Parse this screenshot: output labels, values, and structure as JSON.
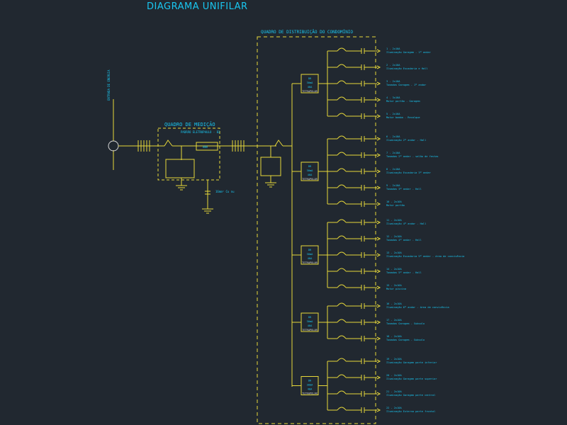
{
  "title": "DIAGRAMA UNIFILAR",
  "meter_box": {
    "title": "QUADRO DE MEDIÇÃO",
    "label": "PADRÃO ELETROPAULO - B3",
    "meter": "kWh",
    "ground_label": "16mm² Cu nu"
  },
  "distribution_box": {
    "title": "QUADRO DE DISTRIBUIÇÃO DO CONDOMÍNIO"
  },
  "supply_label": "ENTRADA DE ENERGIA",
  "groups": [
    {
      "breaker": [
        "DR",
        "30mA",
        "40A",
        "TETRAPOLAR"
      ],
      "circuits": [
        {
          "code": "1 - 2x10A",
          "desc": "Iluminação Garagem - 1º andar"
        },
        {
          "code": "2 - 2x10A",
          "desc": "Iluminação Escadaria e Hall"
        },
        {
          "code": "3 - 2x10A",
          "desc": "Tomadas Garagem - 1º andar"
        },
        {
          "code": "4 - 3x16A",
          "desc": "Motor portão - Garagem"
        },
        {
          "code": "5 - 2x16A",
          "desc": "Motor bomba - Recalque"
        }
      ]
    },
    {
      "breaker": [
        "DR",
        "30mA",
        "40A",
        "TETRAPOLAR"
      ],
      "circuits": [
        {
          "code": "6 - 2x10A",
          "desc": "Iluminação 2º andar - Hall"
        },
        {
          "code": "7 - 2x10A",
          "desc": "Tomadas 2º andar - salão de festas"
        },
        {
          "code": "8 - 2x10A",
          "desc": "Iluminação Escadaria 3º andar"
        },
        {
          "code": "9 - 2x10A",
          "desc": "Tomadas 3º andar - Hall"
        },
        {
          "code": "10 - 2x16A",
          "desc": "Motor portão"
        }
      ]
    },
    {
      "breaker": [
        "DR",
        "30mA",
        "40A",
        "TETRAPOLAR"
      ],
      "circuits": [
        {
          "code": "11 - 2x10A",
          "desc": "Iluminação 4º andar - Hall"
        },
        {
          "code": "12 - 2x10A",
          "desc": "Tomadas 4º andar - Hall"
        },
        {
          "code": "13 - 2x10A",
          "desc": "Iluminação Escadaria 5º andar - área de convivência"
        },
        {
          "code": "14 - 2x10A",
          "desc": "Tomadas 5º andar - Hall"
        },
        {
          "code": "15 - 2x16A",
          "desc": "Motor piscina"
        }
      ]
    },
    {
      "breaker": [
        "DR",
        "30mA",
        "40A",
        "TETRAPOLAR"
      ],
      "circuits": [
        {
          "code": "16 - 2x10A",
          "desc": "Iluminação 6º andar - área de convivência"
        },
        {
          "code": "17 - 2x10A",
          "desc": "Tomadas Garagem - Subsolo"
        },
        {
          "code": "18 - 2x10A",
          "desc": "Tomadas Garagem - Subsolo"
        }
      ]
    },
    {
      "breaker": [
        "DR",
        "30mA",
        "40A",
        "TETRAPOLAR"
      ],
      "circuits": [
        {
          "code": "19 - 2x10A",
          "desc": "Iluminação Garagem parte inferior"
        },
        {
          "code": "20 - 2x10A",
          "desc": "Iluminação Garagem parte superior"
        },
        {
          "code": "21 - 2x10A",
          "desc": "Iluminação Garagem parte central"
        },
        {
          "code": "22 - 2x10A",
          "desc": "Iluminação Externa parte frontal"
        }
      ]
    }
  ],
  "colors": {
    "background": "#212830",
    "wire": "#e8d93a",
    "text": "#19c6f0",
    "white": "#d8d8d8"
  }
}
